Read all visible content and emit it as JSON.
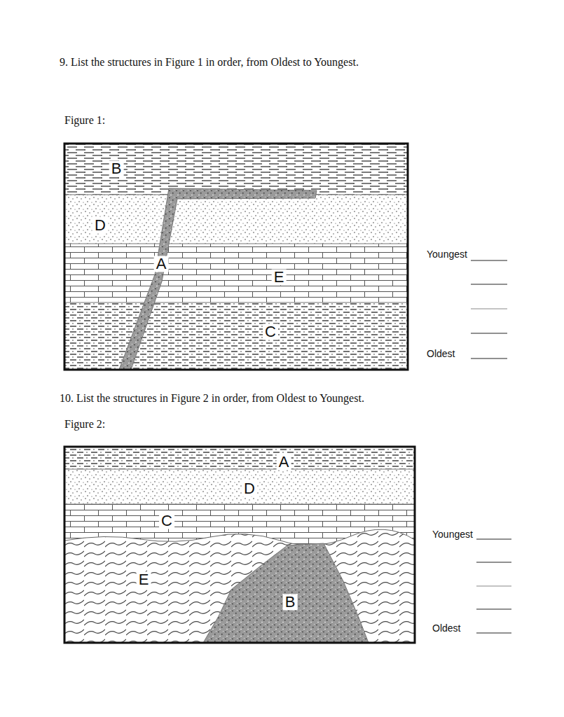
{
  "diagram": {
    "labels": [
      "9. List the structures in Figure 1 in order, from Oldest to Youngest.",
      "Figure 1:",
      "B",
      "D",
      "A",
      "E",
      "C",
      "Youngest",
      "Oldest",
      "10. List the structures in Figure 2 in order, from Oldest to Youngest.",
      "Figure 2:",
      "A",
      "D",
      "C",
      "E",
      "B",
      "Youngest",
      "Oldest"
    ]
  }
}
